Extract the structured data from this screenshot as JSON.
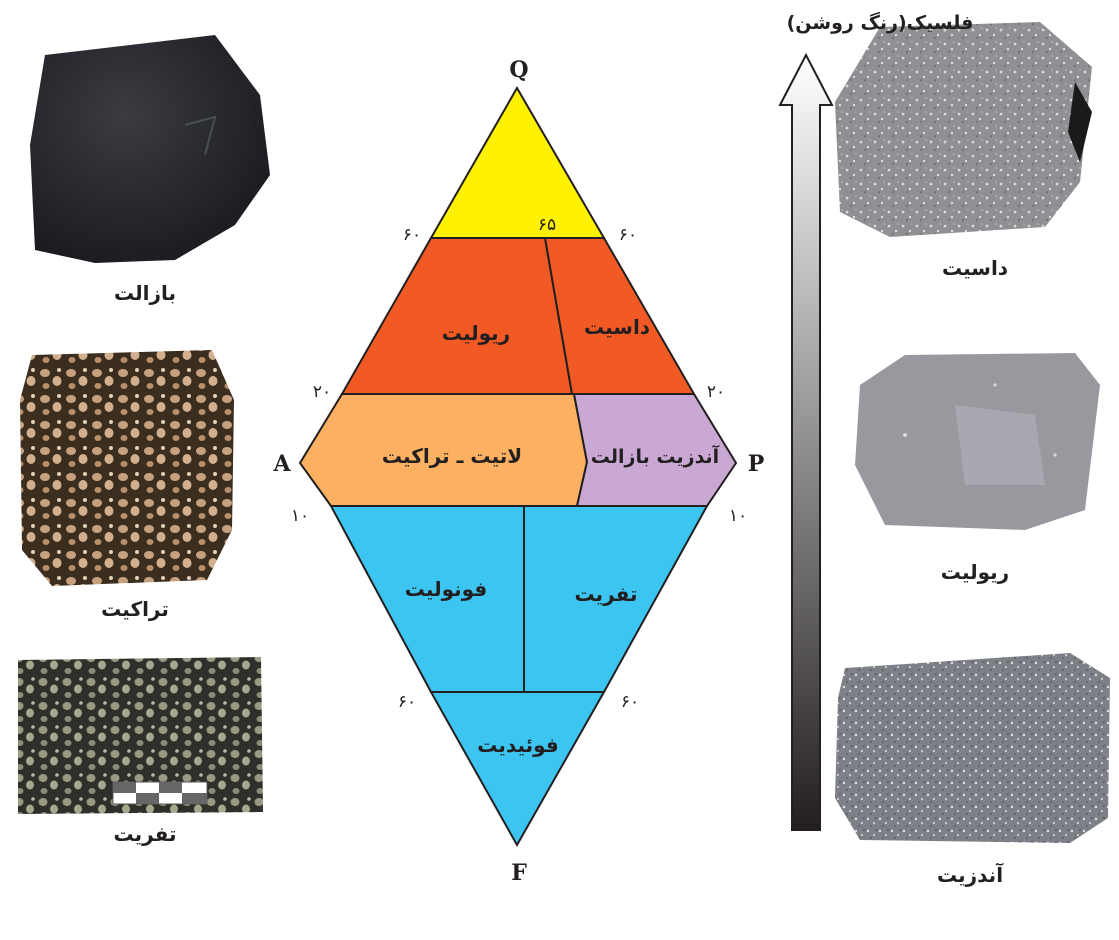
{
  "arrow_label": "فلسیک(رنگ روشن)",
  "vertices": {
    "q": "Q",
    "a": "A",
    "p": "P",
    "f": "F"
  },
  "tick_labels": {
    "upper_left": "۶۰",
    "upper_right": "۶۰",
    "upper_inner": "۶۵",
    "mid_left": "۲۰",
    "mid_right": "۲۰",
    "low_left": "۱۰",
    "low_right": "۱۰",
    "bottom_left": "۶۰",
    "bottom_right": "۶۰"
  },
  "fields": {
    "rhyolite": "ریولیت",
    "dacite": "داسیت",
    "latite_trachyte": "لاتیت ـ تراکیت",
    "andesite_basalt": "آندزیت بازالت",
    "phonolite": "فونولیت",
    "tephrite": "تفریت",
    "foidite": "فوئیدیت"
  },
  "field_colors": {
    "quartzolite": "#fff200",
    "rhyolite_dacite": "#f15a24",
    "latite_trachyte": "#fbb161",
    "andesite_basalt": "#c9a9d3",
    "foid_fields": "#3cc5f0"
  },
  "rocks_left": [
    {
      "caption": "بازالت",
      "texture": "dark-fine"
    },
    {
      "caption": "تراکیت",
      "texture": "brown-porphyritic"
    },
    {
      "caption": "تفریت",
      "texture": "dark-porphyritic"
    }
  ],
  "rocks_right": [
    {
      "caption": "داسیت",
      "texture": "grey-porphyritic"
    },
    {
      "caption": "ریولیت",
      "texture": "light-grey"
    },
    {
      "caption": "آندزیت",
      "texture": "grey-speckled"
    }
  ]
}
